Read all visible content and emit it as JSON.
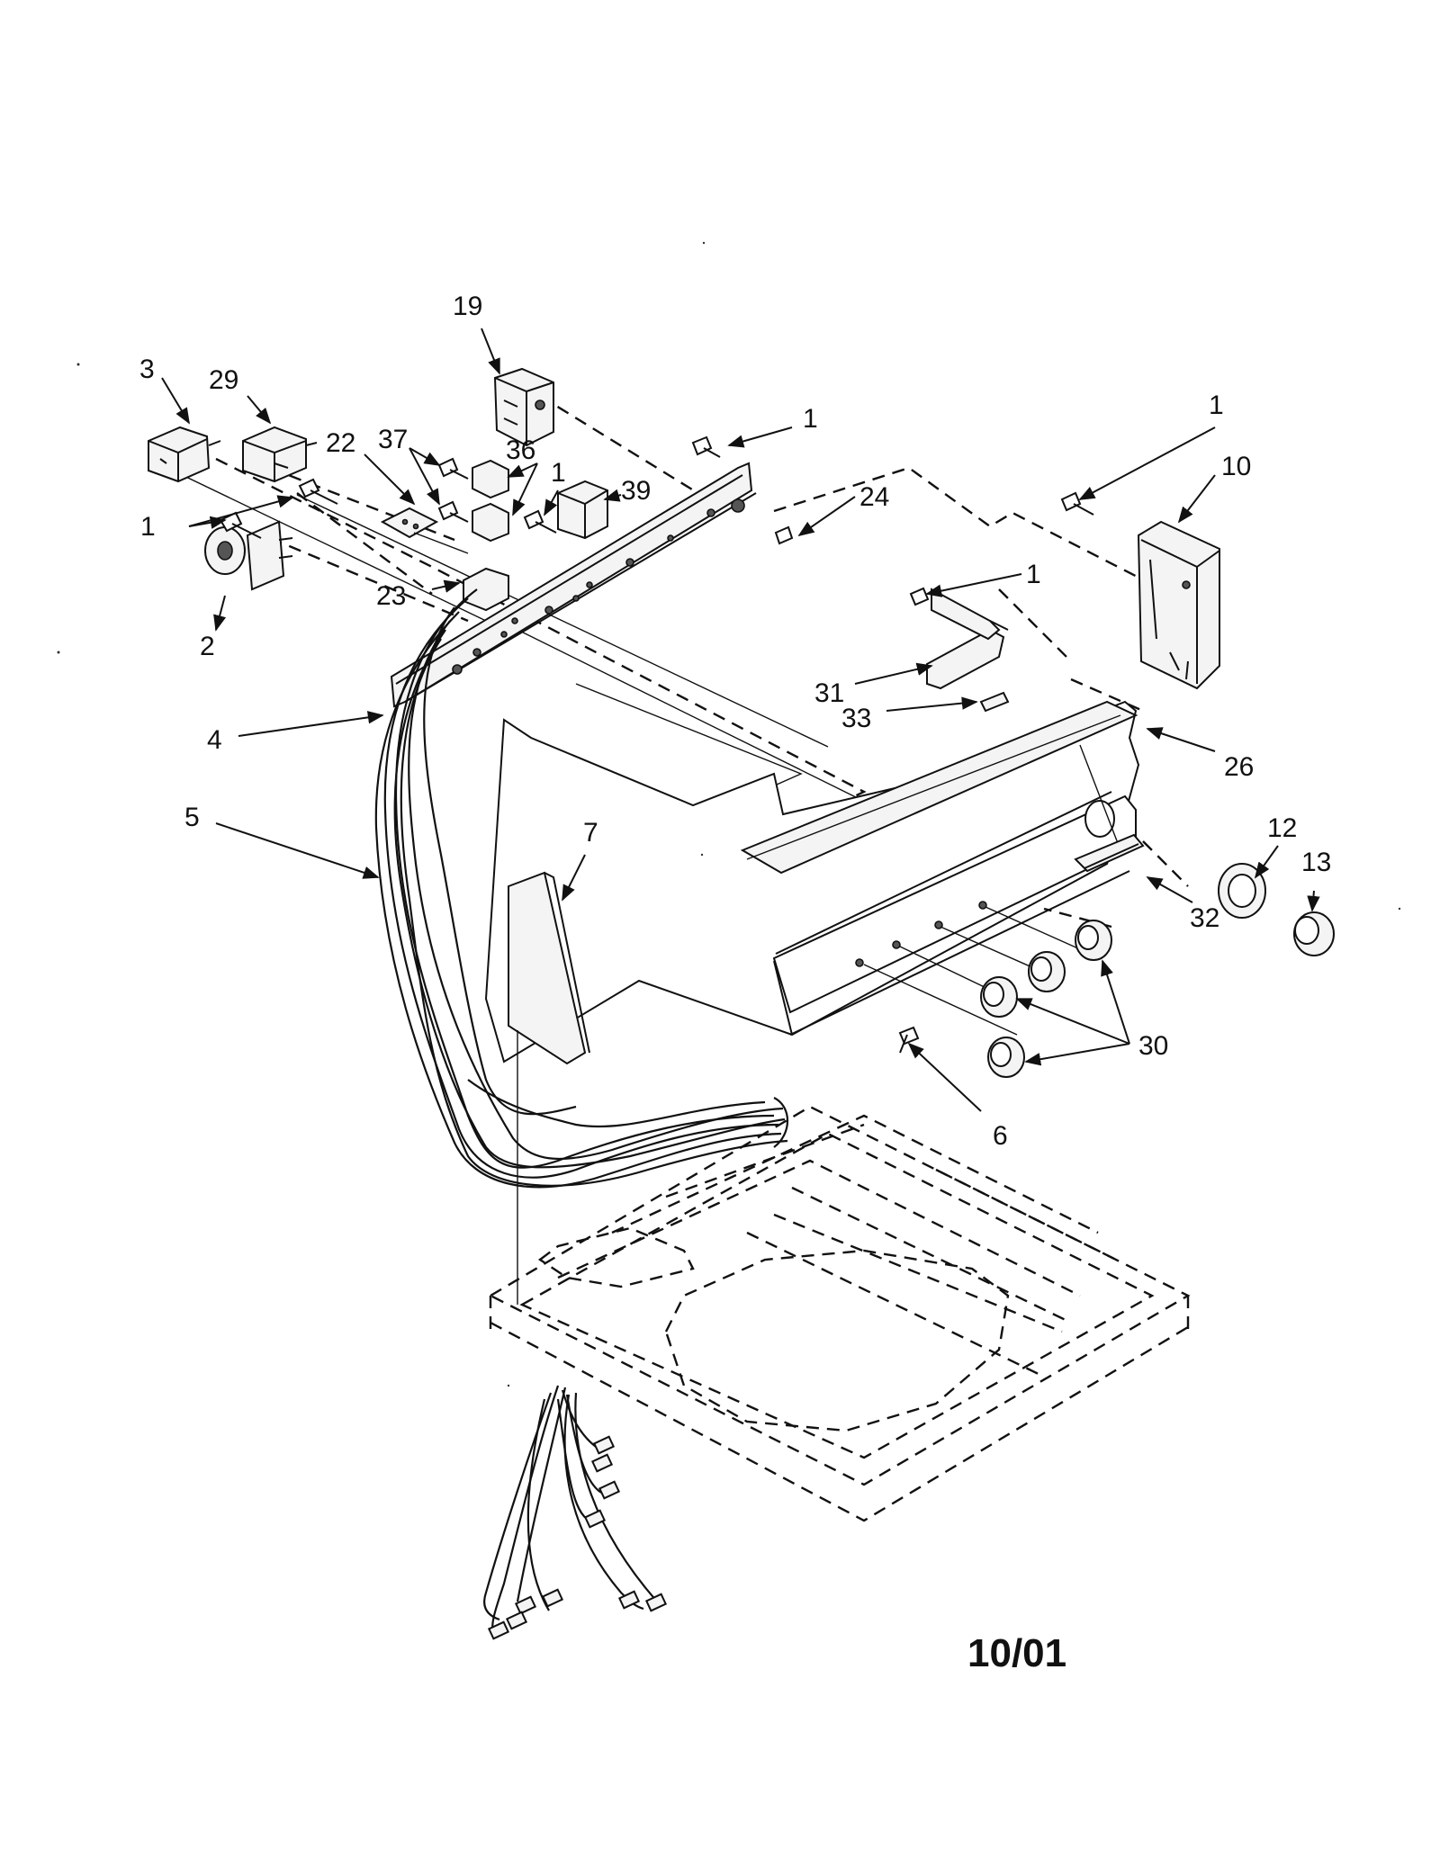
{
  "diagram": {
    "date_code": "10/01",
    "labels": [
      {
        "id": "3",
        "text": "3"
      },
      {
        "id": "29",
        "text": "29"
      },
      {
        "id": "19",
        "text": "19"
      },
      {
        "id": "1a",
        "text": "1"
      },
      {
        "id": "1b",
        "text": "1"
      },
      {
        "id": "22",
        "text": "22"
      },
      {
        "id": "37",
        "text": "37"
      },
      {
        "id": "36",
        "text": "36"
      },
      {
        "id": "1c",
        "text": "1"
      },
      {
        "id": "39",
        "text": "39"
      },
      {
        "id": "24",
        "text": "24"
      },
      {
        "id": "10",
        "text": "10"
      },
      {
        "id": "1d",
        "text": "1"
      },
      {
        "id": "2",
        "text": "2"
      },
      {
        "id": "23",
        "text": "23"
      },
      {
        "id": "1e",
        "text": "1"
      },
      {
        "id": "31",
        "text": "31"
      },
      {
        "id": "33",
        "text": "33"
      },
      {
        "id": "4",
        "text": "4"
      },
      {
        "id": "26",
        "text": "26"
      },
      {
        "id": "5",
        "text": "5"
      },
      {
        "id": "7",
        "text": "7"
      },
      {
        "id": "12",
        "text": "12"
      },
      {
        "id": "13",
        "text": "13"
      },
      {
        "id": "32",
        "text": "32"
      },
      {
        "id": "30",
        "text": "30"
      },
      {
        "id": "6",
        "text": "6"
      }
    ]
  }
}
